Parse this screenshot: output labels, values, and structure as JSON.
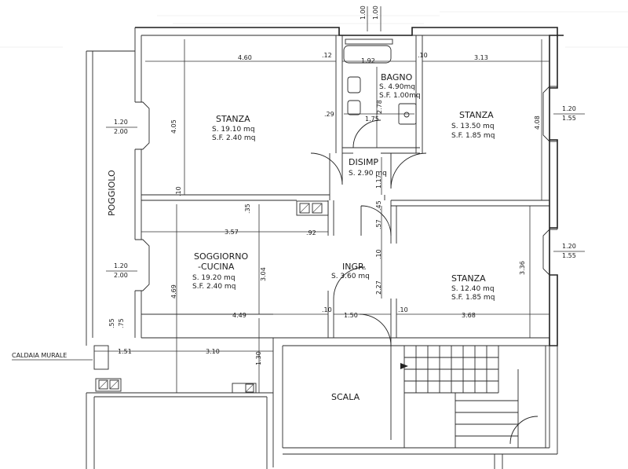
{
  "rooms": {
    "stanza_1": {
      "name": "STANZA",
      "area": "S. 19.10 mq",
      "sf": "S.F. 2.40 mq"
    },
    "bagno": {
      "name": "BAGNO",
      "area": "S. 4.90mq",
      "sf": "S.F. 1.00mq"
    },
    "stanza_2": {
      "name": "STANZA",
      "area": "S. 13.50 mq",
      "sf": "S.F. 1.85 mq"
    },
    "disimp": {
      "name": "DISIMP",
      "area": "S. 2.90 mq"
    },
    "soggiorno": {
      "name_1": "SOGGIORNO",
      "name_2": "-CUCINA",
      "area": "S. 19.20 mq",
      "sf": "S.F. 2.40 mq"
    },
    "ingr": {
      "name": "INGR.",
      "area": "S. 3.60 mq"
    },
    "stanza_3": {
      "name": "STANZA",
      "area": "S. 12.40 mq",
      "sf": "S.F. 1.85 mq"
    },
    "scala": {
      "name": "SCALA"
    }
  },
  "labels": {
    "poggiolo": "POGGIOLO",
    "caldaia": "CALDAIA MURALE"
  },
  "dimensions": {
    "top_1": "1.00",
    "top_2": "1.00",
    "d_460": "4.60",
    "d_12": ".12",
    "d_192": "1.92",
    "d_10a": ".10",
    "d_313": "3.13",
    "d_405": "4.05",
    "d_10v": ".10",
    "d_29": ".29",
    "d_278": "2.78",
    "d_175": "1.75",
    "d_117": "1.17",
    "d_408": "4.08",
    "d_35": ".35",
    "d_45": ".45",
    "d_57": ".57",
    "d_357": "3.57",
    "d_92": ".92",
    "d_10b": ".10",
    "d_304": "3.04",
    "d_336": "3.36",
    "d_469": "4.69",
    "d_227": "2.27",
    "d_449": "4.49",
    "d_10c": ".10",
    "d_150": "1.50",
    "d_10d": ".10",
    "d_368": "3.68",
    "d_55": ".55",
    "d_75": ".75",
    "d_151": "1.51",
    "d_310": "3.10",
    "d_130": "1.30",
    "win_l1_top": "1.20",
    "win_l1_bot": "2.00",
    "win_l2_top": "1.20",
    "win_l2_bot": "2.00",
    "win_r1_top": "1.20",
    "win_r1_bot": "1.55",
    "win_r2_top": "1.20",
    "win_r2_bot": "1.55"
  }
}
